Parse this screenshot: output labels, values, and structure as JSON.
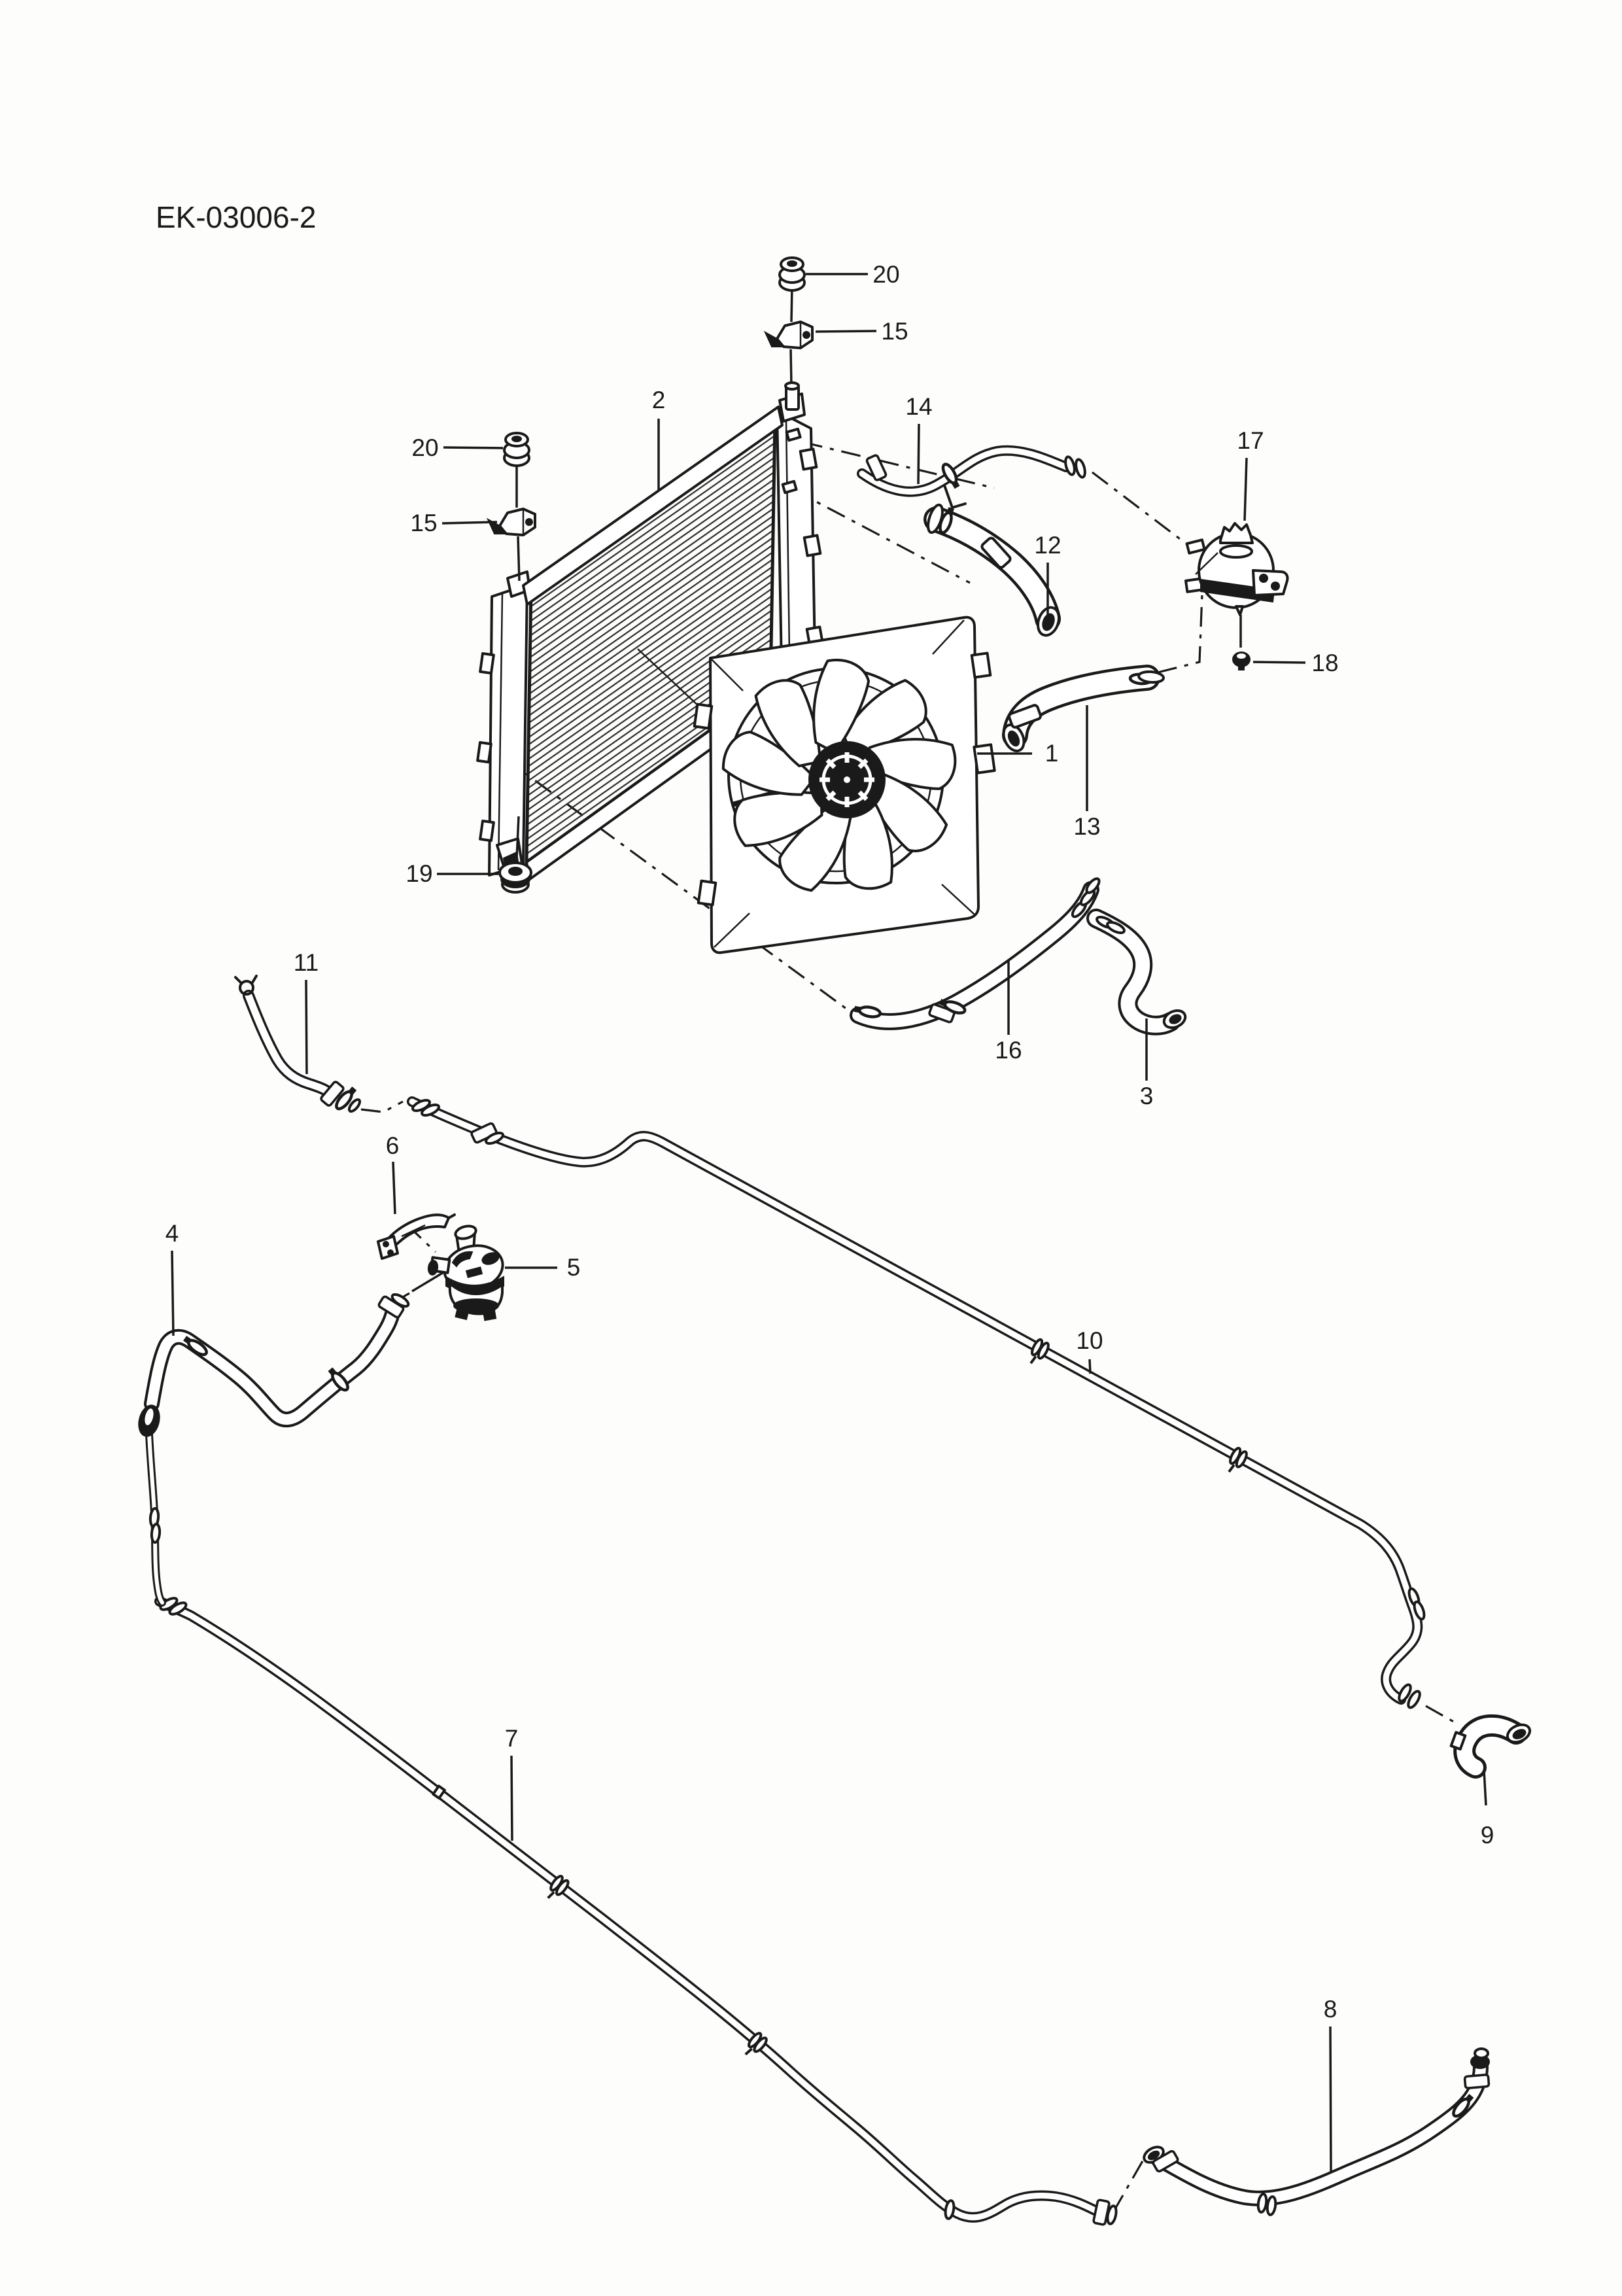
{
  "diagram": {
    "code": "EK-03006-2",
    "colors": {
      "background": "#fdfdfb",
      "ink": "#1a1a1a"
    },
    "callouts": {
      "n1": "1",
      "n2": "2",
      "n3": "3",
      "n4": "4",
      "n5": "5",
      "n6": "6",
      "n7": "7",
      "n8": "8",
      "n9": "9",
      "n10": "10",
      "n11": "11",
      "n12": "12",
      "n13": "13",
      "n14": "14",
      "n15_top": "15",
      "n15_left": "15",
      "n16": "16",
      "n17": "17",
      "n18": "18",
      "n19": "19",
      "n20_top": "20",
      "n20_left": "20"
    }
  }
}
